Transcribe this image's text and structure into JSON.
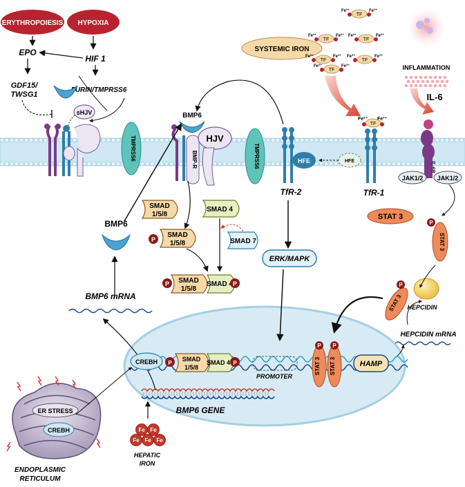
{
  "labels": {
    "erythropoiesis": "ERYTHROPOIESIS",
    "hypoxia": "HYPOXIA",
    "epo": "EPO",
    "hif1": "HIF 1",
    "gdf15_l1": "GDF15/",
    "gdf15_l2": "TWSG1",
    "furin": "FURIN/TMPRSS6",
    "shjv": "sHJV",
    "bmp6_top": "BMP6",
    "hjv": "HJV",
    "bmpr": "BMP-R",
    "tmprss6_left": "TMPRSS6",
    "tmprss6_right": "TMPRSS6",
    "systemic_iron": "SYSTEMIC IRON",
    "fe3": "Fe³⁺",
    "tf": "TF",
    "inflammation": "INFLAMMATION",
    "il6": "IL-6",
    "il6r": "IL-6R",
    "hfe": "HFE",
    "tfr2": "TfR-2",
    "tfr1": "TfR-1",
    "jak_left": "JAK1/2",
    "jak_right": "JAK1/2",
    "stat3": "STAT 3",
    "smad158_l1": "SMAD",
    "smad158_l2": "1/5/8",
    "smad4": "SMAD 4",
    "smad7": "SMAD 7",
    "p": "P",
    "bmp6_mid": "BMP6",
    "erk": "ERK/MAPK",
    "bmp6_mrna": "BMP6 mRNA",
    "hepcidin": "HEPCIDIN",
    "hepcidin_mrna": "HEPCIDIN mRNA",
    "crebh": "CREBH",
    "promoter": "PROMOTER",
    "hamp": "HAMP",
    "bmp6_gene": "BMP6 GENE",
    "er_stress": "ER STRESS",
    "er_l1": "ENDOPLASMIC",
    "er_l2": "RETICULUM",
    "hepatic_l1": "HEPATIC",
    "hepatic_l2": "IRON",
    "fe": "Fe"
  },
  "colors": {
    "red_oval": "#b8232f",
    "smad_tan": "#f6d9a8",
    "smad4_green": "#e6efc0",
    "stat_orange": "#ef8a5a",
    "membrane_blue": "#bfe0ef",
    "receptor_blue": "#2e7fa8",
    "nucleus": "#d8ebf5",
    "teal": "#5ec3b8",
    "purple": "#8a4d8f"
  }
}
